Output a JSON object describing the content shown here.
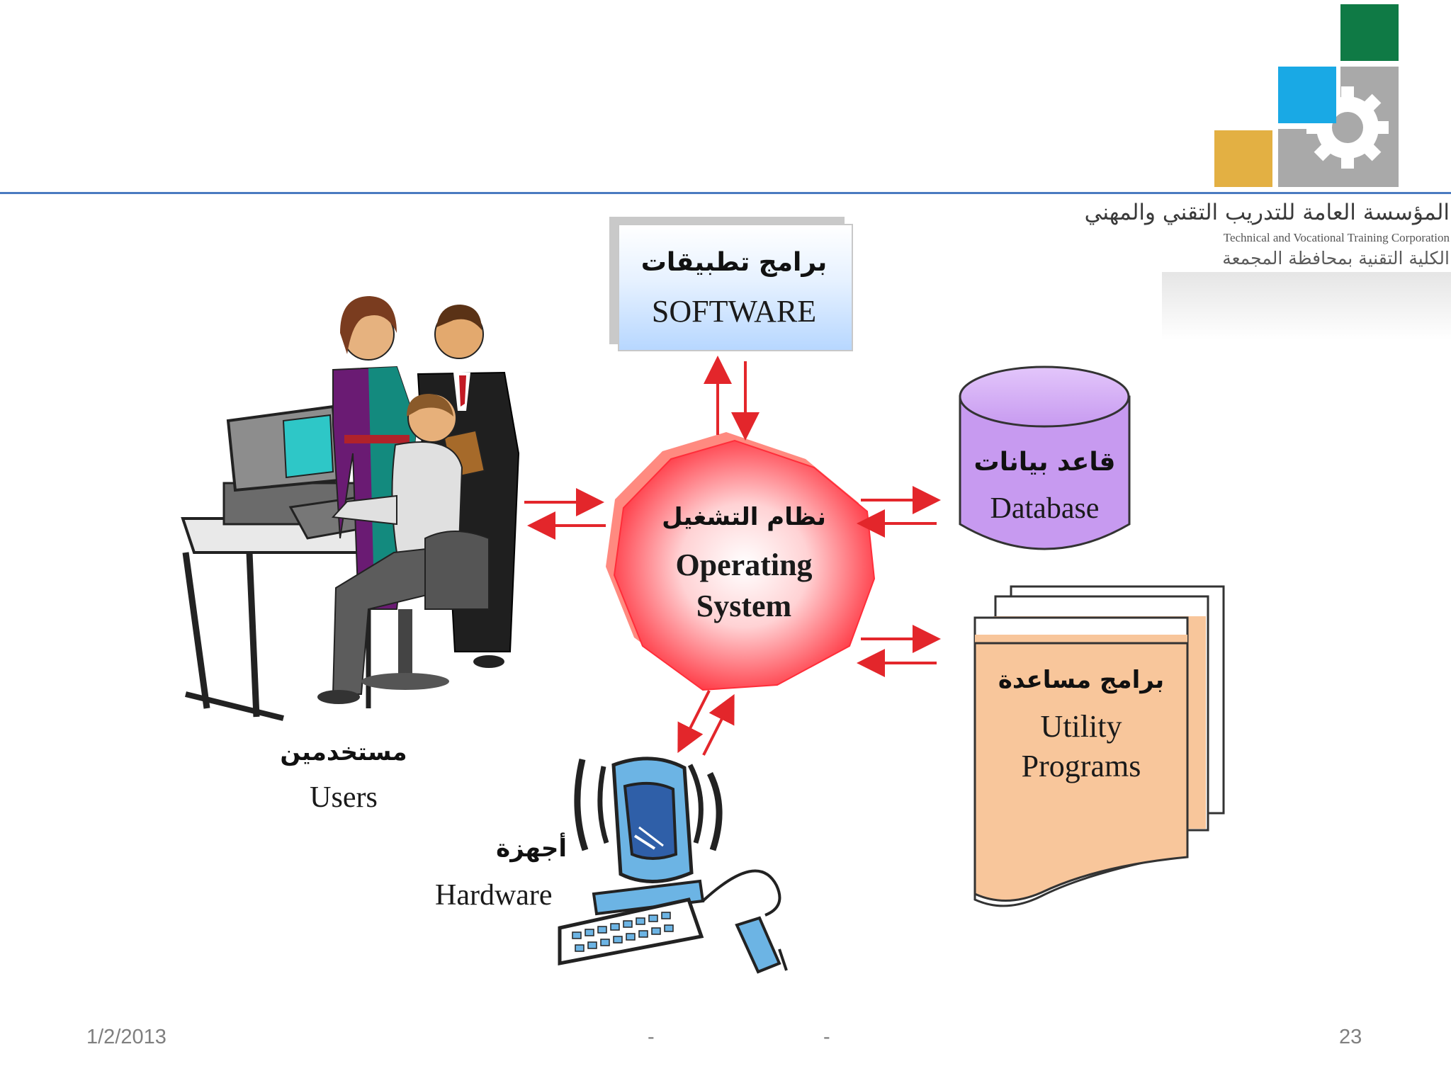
{
  "logo": {
    "org_name_ar": "المؤسسة العامة للتدريب التقني والمهني",
    "org_name_en": "Technical and Vocational Training Corporation",
    "college_name_ar": "الكلية التقنية بمحافظة المجمعة",
    "colors": {
      "green": "#0f7a45",
      "blue": "#19a9e5",
      "gold": "#e3b043",
      "gear": "#a9a9a9"
    }
  },
  "diagram": {
    "software": {
      "label_ar": "برامج تطبيقات",
      "label_en": "SOFTWARE"
    },
    "os": {
      "label_ar": "نظام التشغيل",
      "label_en_line1": "Operating",
      "label_en_line2": "System"
    },
    "database": {
      "label_ar": "قاعد بيانات",
      "label_en": "Database"
    },
    "utility": {
      "label_ar": "برامج مساعدة",
      "label_en_line1": "Utility",
      "label_en_line2": "Programs"
    },
    "users": {
      "label_ar": "مستخدمين",
      "label_en": "Users"
    },
    "hardware": {
      "label_ar": "أجهزة",
      "label_en": "Hardware"
    },
    "colors": {
      "arrow": "#e3262b",
      "database_fill": "#c79af0",
      "utility_fill": "#f8c69b",
      "os_fill": "#ff3b46"
    },
    "icons": [
      "users-clipart-icon",
      "hardware-clipart-icon",
      "database-cylinder-icon",
      "documents-stack-icon",
      "octagon-burst-icon"
    ]
  },
  "footer": {
    "date": "1/2/2013",
    "dash1": "-",
    "dash2": "-",
    "page": "23"
  }
}
